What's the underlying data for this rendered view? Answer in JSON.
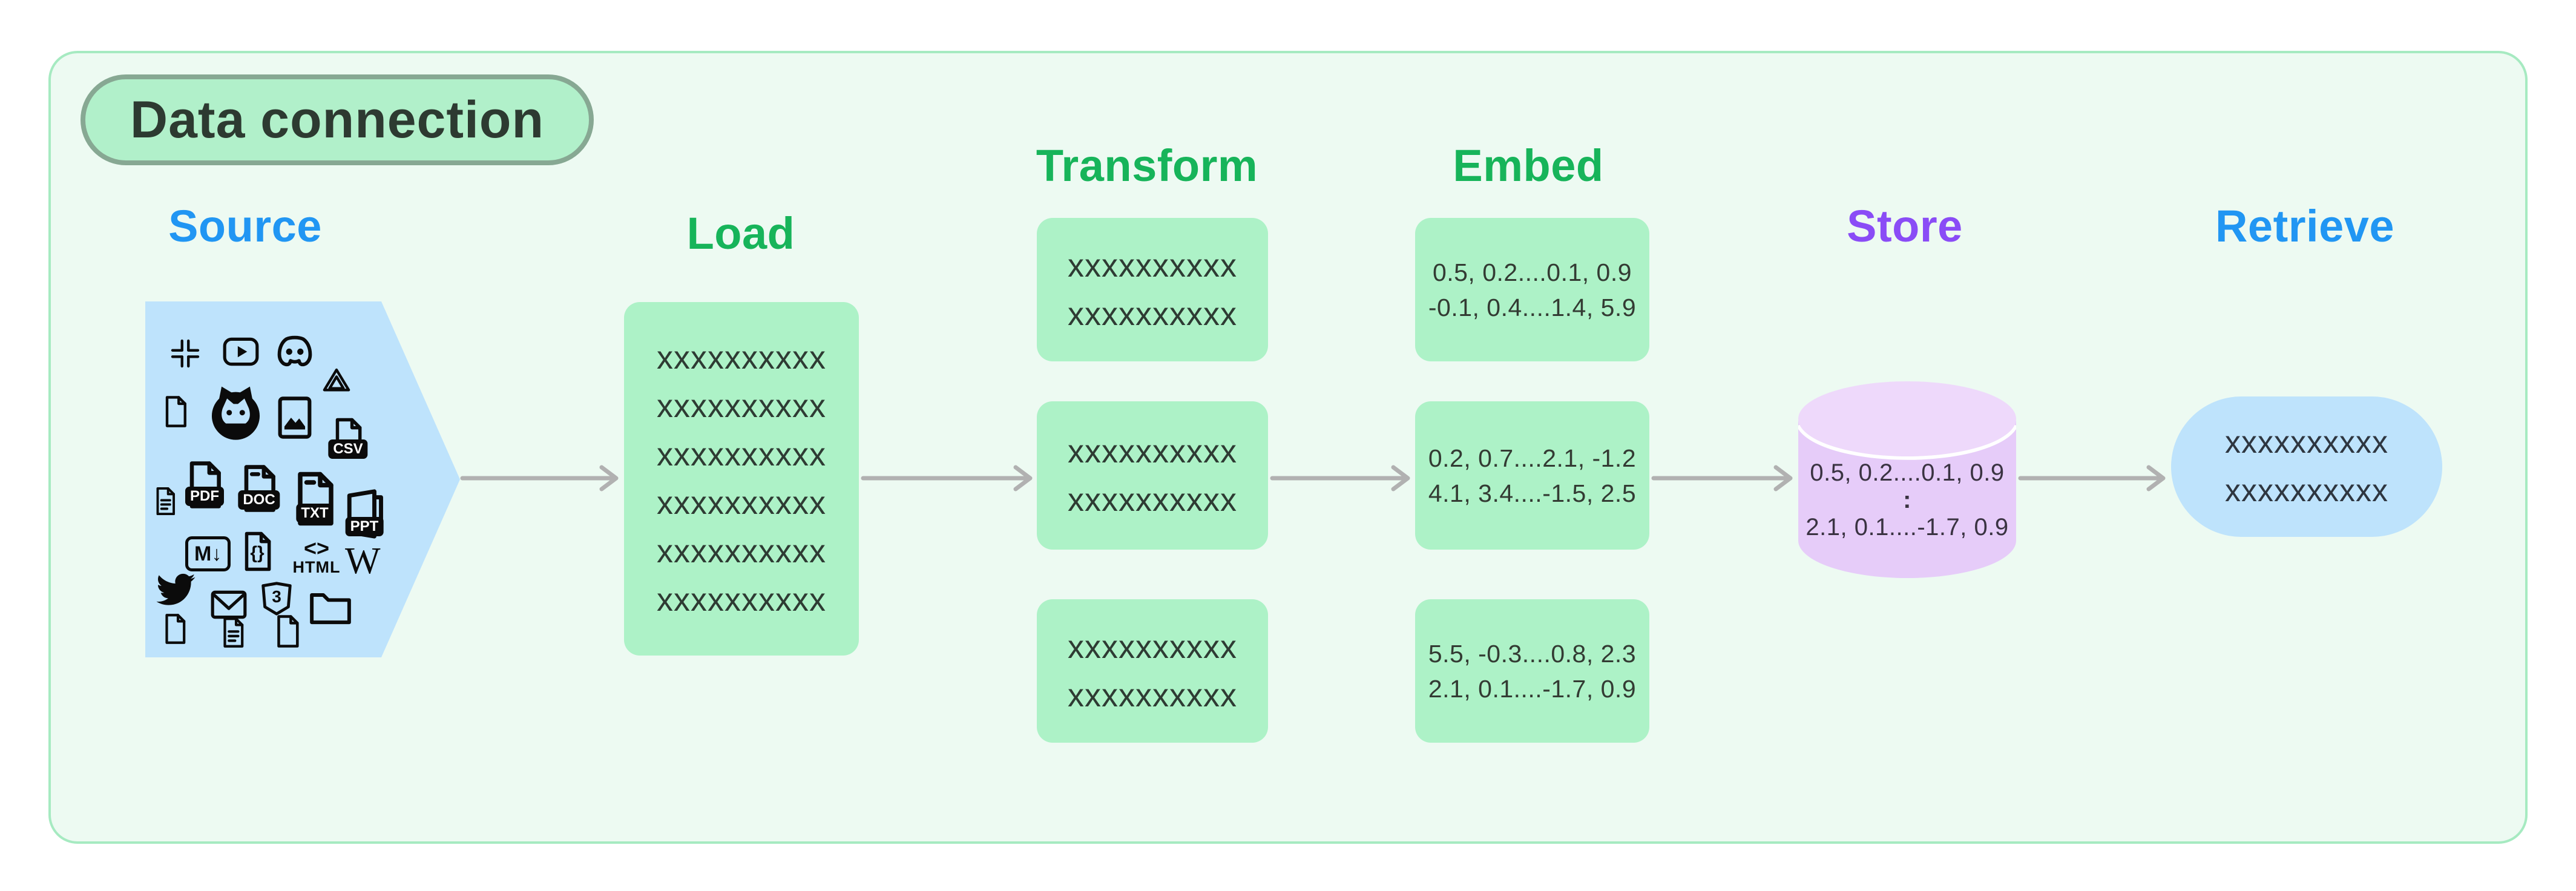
{
  "badge": {
    "label": "Data connection"
  },
  "headings": {
    "source": {
      "label": "Source",
      "color": "#2196F3"
    },
    "load": {
      "label": "Load",
      "color": "#17B45A"
    },
    "transform": {
      "label": "Transform",
      "color": "#17B45A"
    },
    "embed": {
      "label": "Embed",
      "color": "#17B45A"
    },
    "store": {
      "label": "Store",
      "color": "#8A4CF6"
    },
    "retrieve": {
      "label": "Retrieve",
      "color": "#2196F3"
    }
  },
  "source_icons": {
    "csv": "CSV",
    "pdf": "PDF",
    "doc": "DOC",
    "txt": "TXT",
    "ppt": "PPT",
    "markdown": "M↓",
    "json_braces": "{}",
    "html_tag": "<>",
    "html_text": "HTML",
    "wikipedia": "W",
    "css_shield": "3"
  },
  "icon_names": [
    "slack",
    "youtube",
    "discord",
    "file",
    "github",
    "image",
    "google-drive",
    "csv",
    "file-text",
    "pdf",
    "doc",
    "txt",
    "ppt",
    "markdown",
    "json",
    "html",
    "wikipedia",
    "twitter",
    "mail",
    "css-shield",
    "folder",
    "file",
    "file-text",
    "file"
  ],
  "load": {
    "lines": [
      "xxxxxxxxxx",
      "xxxxxxxxxx",
      "xxxxxxxxxx",
      "xxxxxxxxxx",
      "xxxxxxxxxx",
      "xxxxxxxxxx"
    ]
  },
  "transform": {
    "boxes": [
      {
        "lines": [
          "xxxxxxxxxx",
          "xxxxxxxxxx"
        ]
      },
      {
        "lines": [
          "xxxxxxxxxx",
          "xxxxxxxxxx"
        ]
      },
      {
        "lines": [
          "xxxxxxxxxx",
          "xxxxxxxxxx"
        ]
      }
    ]
  },
  "embed": {
    "boxes": [
      {
        "lines": [
          "0.5, 0.2....0.1, 0.9",
          "-0.1, 0.4....1.4, 5.9"
        ]
      },
      {
        "lines": [
          "0.2, 0.7....2.1, -1.2",
          "4.1, 3.4....-1.5, 2.5"
        ]
      },
      {
        "lines": [
          "5.5, -0.3....0.8, 2.3",
          "2.1, 0.1....-1.7, 0.9"
        ]
      }
    ]
  },
  "store": {
    "lines": [
      "0.5, 0.2....0.1, 0.9",
      ":",
      "2.1, 0.1....-1.7, 0.9"
    ]
  },
  "retrieve": {
    "lines": [
      "xxxxxxxxxx",
      "xxxxxxxxxx"
    ]
  },
  "colors": {
    "page_bg": "#FFFFFF",
    "canvas_bg": "#EDFAF2",
    "canvas_border": "#A6EAC1",
    "badge_bg": "#B1F0CA",
    "badge_border": "#87A893",
    "badge_text": "#2D3A31",
    "box_green": "#ADF2C7",
    "box_blue": "#BEE3FC",
    "cylinder_body": "#E6CCF9",
    "cylinder_top": "#EED9FB",
    "arrow": "#B1B1B1",
    "dark_text": "#2E3B33"
  }
}
